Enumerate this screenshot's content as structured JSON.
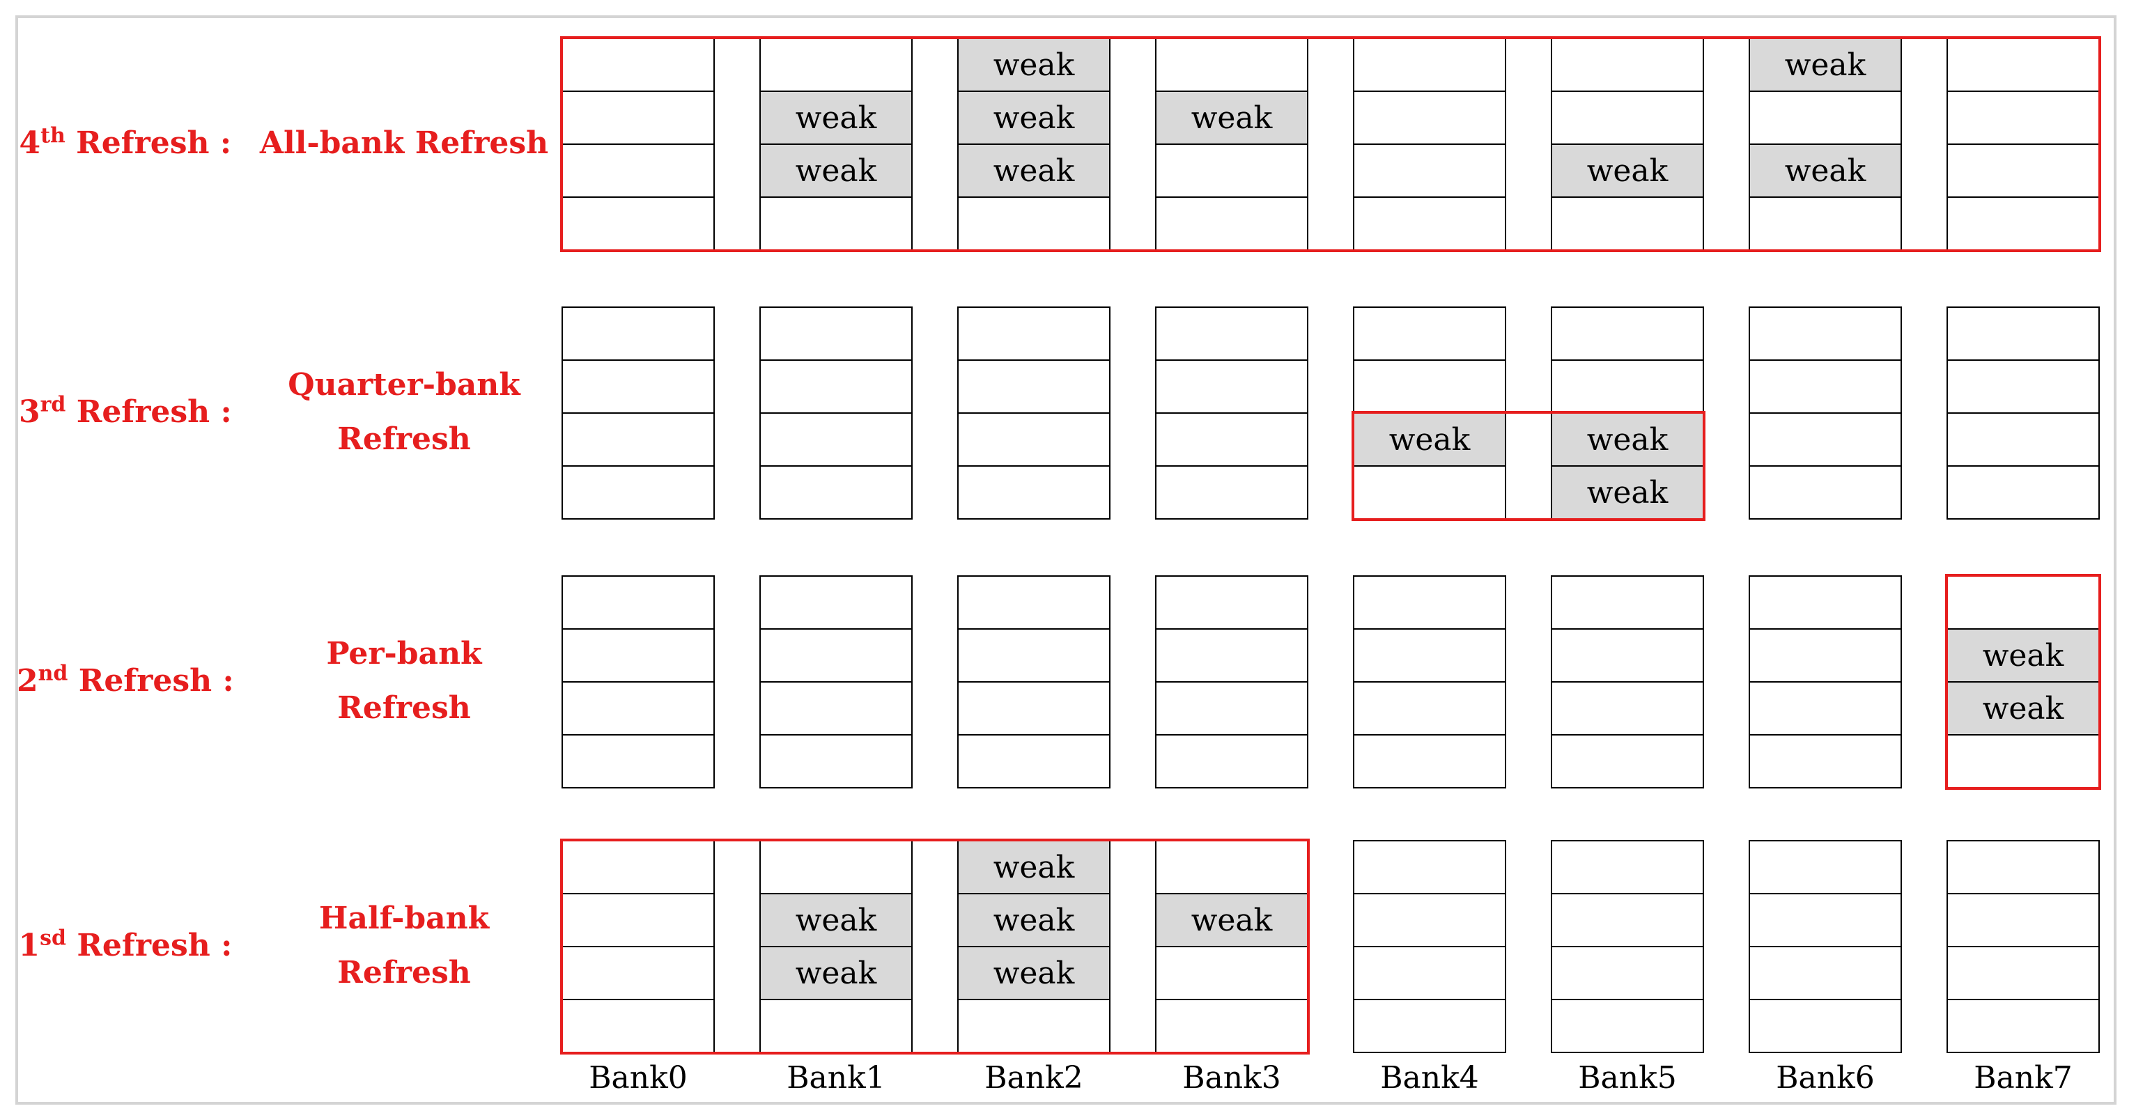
{
  "diagram": {
    "weak_label": "weak",
    "banks": [
      "Bank0",
      "Bank1",
      "Bank2",
      "Bank3",
      "Bank4",
      "Bank5",
      "Bank6",
      "Bank7"
    ],
    "colors": {
      "highlight": "#e61e1e",
      "weak_fill": "#d9d9d9",
      "border": "#000000"
    },
    "rows": [
      {
        "ordinal_num": "4",
        "ordinal_suffix": "th",
        "refresh": "Refresh",
        "name_lines": [
          "All-bank Refresh"
        ],
        "weak_cells": [
          [
            1,
            1
          ],
          [
            1,
            2
          ],
          [
            2,
            0
          ],
          [
            2,
            1
          ],
          [
            2,
            2
          ],
          [
            3,
            1
          ],
          [
            5,
            2
          ],
          [
            6,
            0
          ],
          [
            6,
            2
          ]
        ],
        "highlight": [
          [
            0,
            0,
            7,
            3
          ]
        ]
      },
      {
        "ordinal_num": "3",
        "ordinal_suffix": "rd",
        "refresh": "Refresh",
        "name_lines": [
          "Quarter-bank",
          "Refresh"
        ],
        "weak_cells": [
          [
            4,
            2
          ],
          [
            5,
            2
          ],
          [
            5,
            3
          ]
        ],
        "highlight": [
          [
            4,
            2,
            5,
            3
          ]
        ]
      },
      {
        "ordinal_num": "2",
        "ordinal_suffix": "nd",
        "refresh": "Refresh",
        "name_lines": [
          "Per-bank Refresh"
        ],
        "weak_cells": [
          [
            7,
            1
          ],
          [
            7,
            2
          ]
        ],
        "highlight": [
          [
            7,
            0,
            7,
            3
          ]
        ]
      },
      {
        "ordinal_num": "1",
        "ordinal_suffix": "sd",
        "refresh": "Refresh",
        "name_lines": [
          "Half-bank Refresh"
        ],
        "weak_cells": [
          [
            1,
            1
          ],
          [
            1,
            2
          ],
          [
            2,
            0
          ],
          [
            2,
            1
          ],
          [
            2,
            2
          ],
          [
            3,
            1
          ]
        ],
        "highlight": [
          [
            0,
            0,
            3,
            3
          ]
        ]
      }
    ]
  }
}
